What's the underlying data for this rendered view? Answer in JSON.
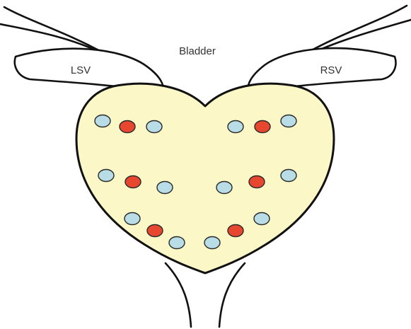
{
  "labels": {
    "bladder": "Bladder",
    "lsv": "LSV",
    "rsv": "RSV"
  },
  "colors": {
    "prostate_fill": "#fbf7c7",
    "core_red": "#e8472f",
    "core_blue": "#b9dde6"
  },
  "cores": [
    {
      "id": "r1",
      "color": "blue"
    },
    {
      "id": "r2",
      "color": "red"
    },
    {
      "id": "r3",
      "color": "blue"
    },
    {
      "id": "r4",
      "color": "blue"
    },
    {
      "id": "r5",
      "color": "red"
    },
    {
      "id": "r6",
      "color": "blue"
    },
    {
      "id": "r7",
      "color": "blue"
    },
    {
      "id": "r8",
      "color": "red"
    },
    {
      "id": "r9",
      "color": "blue"
    },
    {
      "id": "r10",
      "color": "blue"
    },
    {
      "id": "r11",
      "color": "red"
    },
    {
      "id": "r12",
      "color": "blue"
    },
    {
      "id": "r13",
      "color": "blue"
    },
    {
      "id": "r14",
      "color": "red"
    },
    {
      "id": "r15",
      "color": "blue"
    },
    {
      "id": "r16",
      "color": "blue"
    },
    {
      "id": "r17",
      "color": "red"
    },
    {
      "id": "r18",
      "color": "blue"
    }
  ]
}
